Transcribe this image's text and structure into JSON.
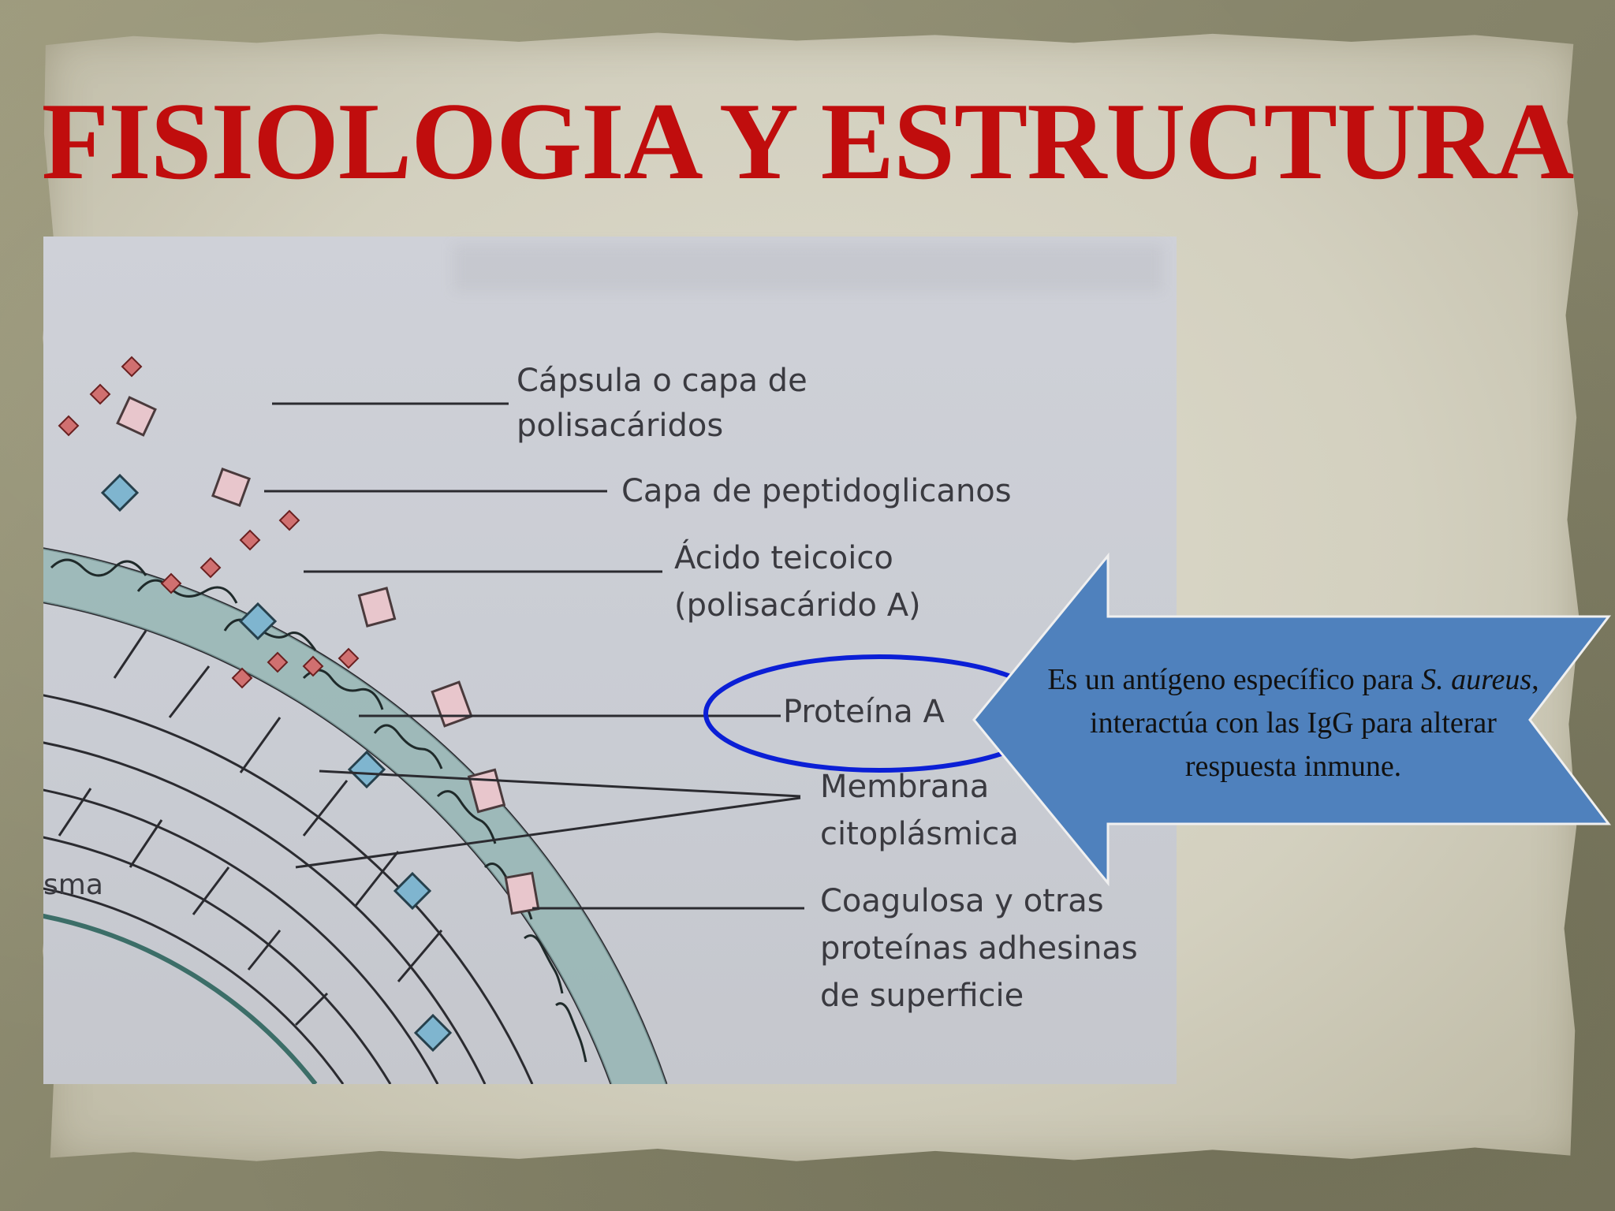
{
  "slide": {
    "title": "FISIOLOGIA Y ESTRUCTURA"
  },
  "diagram": {
    "labels": {
      "capsula_line1": "Cápsula o capa de",
      "capsula_line2": "polisacáridos",
      "peptidoglicanos": "Capa de peptidoglicanos",
      "acido_line1": "Ácido teicoico",
      "acido_line2": "(polisacárido A)",
      "proteina_a": "Proteína A",
      "membrana_line1": "Membrana",
      "membrana_line2": "citoplásmica",
      "coagulosa_line1": "Coagulosa y otras",
      "coagulosa_line2": "proteínas adhesinas",
      "coagulosa_line3": "de superficie",
      "cut_label": "sma"
    },
    "highlight_color": "#0b1fd6"
  },
  "callout": {
    "text_before": "Es un antígeno específico para ",
    "species": "S. aureus",
    "text_after": ", interactúa con las IgG para alterar respuesta inmune.",
    "fill_color": "#4f81bd"
  },
  "colors": {
    "title": "#c00d0d",
    "paper": "#d6d3c3"
  }
}
